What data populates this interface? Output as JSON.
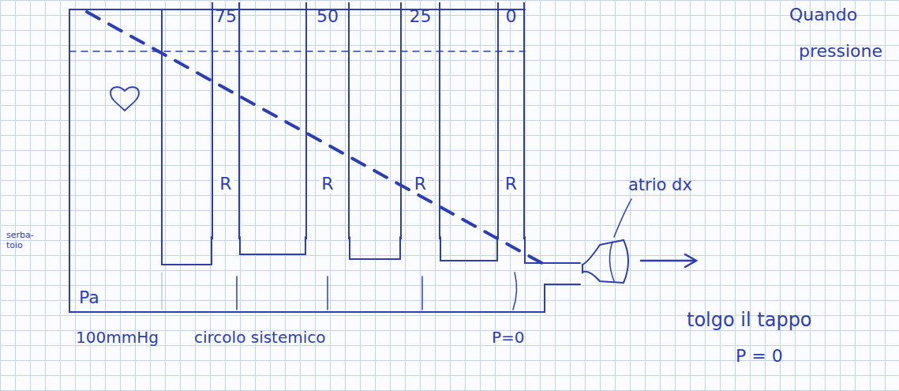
{
  "diagram": {
    "nodes": [
      {
        "text": [
          "75",
          "R"
        ]
      },
      {
        "text": [
          "50",
          "R"
        ]
      },
      {
        "text": [
          "25",
          "R"
        ]
      },
      {
        "text": [
          "0",
          "R"
        ]
      }
    ],
    "labels": [
      "Pa",
      "serba- toio",
      "100mmHg",
      "circolo sistemico",
      "P=0",
      "atrio dx",
      "tolgo il tappo",
      "P = 0",
      "Quando",
      "pressione"
    ]
  }
}
